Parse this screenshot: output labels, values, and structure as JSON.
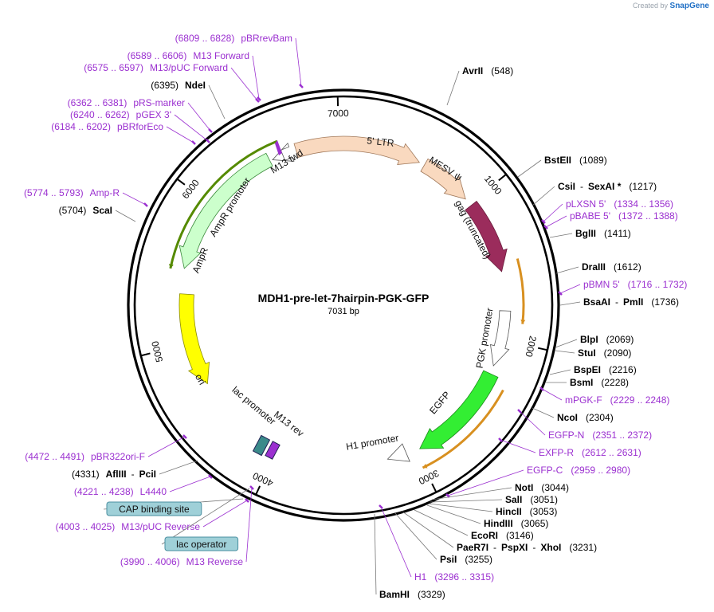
{
  "credit": {
    "prefix": "Created by",
    "brand": "SnapGene"
  },
  "plasmid": {
    "name": "MDH1-pre-let-7hairpin-PGK-GFP",
    "length": "7031 bp"
  },
  "ticks": [
    "1000",
    "2000",
    "3000",
    "4000",
    "5000",
    "6000",
    "7000"
  ],
  "colors": {
    "primer": "#9b30d0",
    "enzyme": "#000000",
    "box_fill": "#9fd0d8",
    "box_border": "#4a8fa0"
  },
  "features": [
    {
      "name": "5' LTR",
      "color": "#f9d9bf"
    },
    {
      "name": "MESV ψ",
      "color": "#f9d9bf"
    },
    {
      "name": "gag (truncated)",
      "color": "#9b2c5c"
    },
    {
      "name": "PGK promoter",
      "color": "#ffffff"
    },
    {
      "name": "EGFP",
      "color": "#33ee33"
    },
    {
      "name": "H1 promoter",
      "color": "#ffffff"
    },
    {
      "name": "lac promoter",
      "color": "#ffffff"
    },
    {
      "name": "M13 rev",
      "color": "#9b30d0"
    },
    {
      "name": "ori",
      "color": "#ffff00"
    },
    {
      "name": "AmpR",
      "color": "#ccffcc"
    },
    {
      "name": "AmpR promoter",
      "color": "#ffffff"
    },
    {
      "name": "M13 fwd",
      "color": "#9b30d0"
    }
  ],
  "enzymes_right": [
    {
      "name": "AvrII",
      "pos": "(548)"
    },
    {
      "name": "BstEII",
      "pos": "(1089)"
    },
    {
      "name": "CsiI",
      "sep": "-",
      "name2": "SexAI *",
      "pos": "(1217)"
    },
    {
      "primer": "pLXSN 5'",
      "pos": "(1334 .. 1356)"
    },
    {
      "primer": "pBABE 5'",
      "pos": "(1372 .. 1388)"
    },
    {
      "name": "BglII",
      "pos": "(1411)"
    },
    {
      "name": "DraIII",
      "pos": "(1612)"
    },
    {
      "primer": "pBMN 5'",
      "pos": "(1716 .. 1732)"
    },
    {
      "name": "BsaAI",
      "sep": "-",
      "name2": "PmlI",
      "pos": "(1736)"
    },
    {
      "name": "BlpI",
      "pos": "(2069)"
    },
    {
      "name": "StuI",
      "pos": "(2090)"
    },
    {
      "name": "BspEI",
      "pos": "(2216)"
    },
    {
      "name": "BsmI",
      "pos": "(2228)"
    },
    {
      "primer": "mPGK-F",
      "pos": "(2229 .. 2248)"
    },
    {
      "name": "NcoI",
      "pos": "(2304)"
    },
    {
      "primer": "EGFP-N",
      "pos": "(2351 .. 2372)"
    },
    {
      "primer": "EXFP-R",
      "pos": "(2612 .. 2631)"
    },
    {
      "primer": "EGFP-C",
      "pos": "(2959 .. 2980)"
    },
    {
      "name": "NotI",
      "pos": "(3044)"
    },
    {
      "name": "SalI",
      "pos": "(3051)"
    },
    {
      "name": "HincII",
      "pos": "(3053)"
    },
    {
      "name": "HindIII",
      "pos": "(3065)"
    },
    {
      "name": "EcoRI",
      "pos": "(3146)"
    },
    {
      "name": "PaeR7I",
      "sep": "-",
      "name2": "PspXI",
      "sep2": "-",
      "name3": "XhoI",
      "pos": "(3231)"
    },
    {
      "name": "PsiI",
      "pos": "(3255)"
    },
    {
      "primer": "H1",
      "pos": "(3296 .. 3315)"
    },
    {
      "name": "BamHI",
      "pos": "(3329)"
    }
  ],
  "enzymes_left": [
    {
      "primer": "pBRrevBam",
      "pos": "(6809 .. 6828)"
    },
    {
      "primer": "M13 Forward",
      "pos": "(6589 .. 6606)"
    },
    {
      "primer": "M13/pUC Forward",
      "pos": "(6575 .. 6597)"
    },
    {
      "name": "NdeI",
      "pos": "(6395)"
    },
    {
      "primer": "pRS-marker",
      "pos": "(6362 .. 6381)"
    },
    {
      "primer": "pGEX 3'",
      "pos": "(6240 .. 6262)"
    },
    {
      "primer": "pBRforEco",
      "pos": "(6184 .. 6202)"
    },
    {
      "primer": "Amp-R",
      "pos": "(5774 .. 5793)"
    },
    {
      "name": "ScaI",
      "pos": "(5704)"
    },
    {
      "primer": "pBR322ori-F",
      "pos": "(4472 .. 4491)"
    },
    {
      "name": "AflIII",
      "sep": "-",
      "name2": "PciI",
      "pos": "(4331)"
    },
    {
      "primer": "L4440",
      "pos": "(4221 .. 4238)"
    },
    {
      "box": "CAP binding site"
    },
    {
      "primer": "M13/pUC Reverse",
      "pos": "(4003 .. 4025)"
    },
    {
      "box": "lac operator"
    },
    {
      "primer": "M13 Reverse",
      "pos": "(3990 .. 4006)"
    }
  ]
}
